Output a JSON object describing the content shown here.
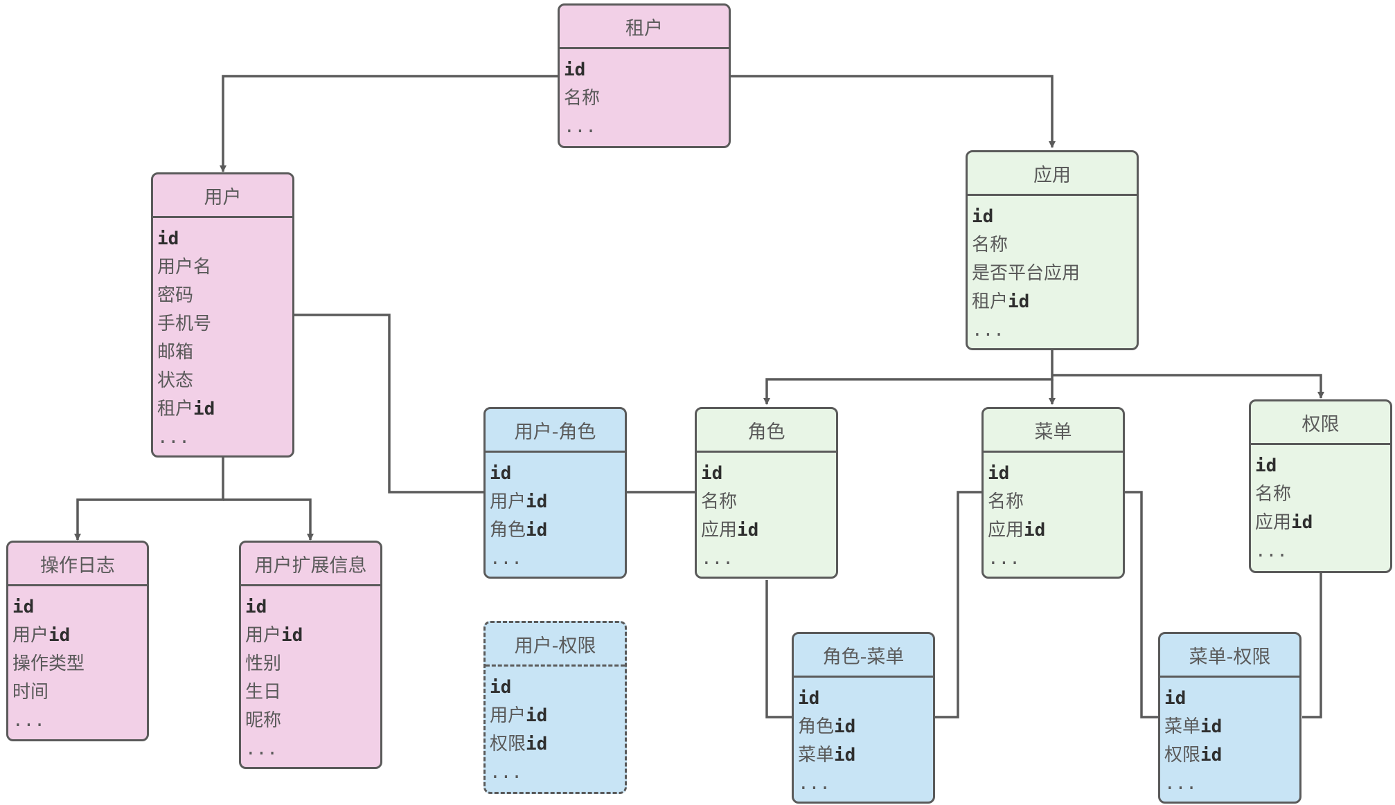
{
  "colors": {
    "tenant": "#f2d0e7",
    "app": "#e8f5e6",
    "link": "#c8e4f5",
    "line": "#5a5a5a"
  },
  "entities": {
    "tenant": {
      "title": "租户",
      "fields": [
        "id",
        "名称",
        "..."
      ]
    },
    "user": {
      "title": "用户",
      "fields": [
        "id",
        "用户名",
        "密码",
        "手机号",
        "邮箱",
        "状态",
        "租户id",
        "..."
      ]
    },
    "app": {
      "title": "应用",
      "fields": [
        "id",
        "名称",
        "是否平台应用",
        "租户id",
        "..."
      ]
    },
    "op_log": {
      "title": "操作日志",
      "fields": [
        "id",
        "用户id",
        "操作类型",
        "时间",
        "..."
      ]
    },
    "user_ext": {
      "title": "用户扩展信息",
      "fields": [
        "id",
        "用户id",
        "性别",
        "生日",
        "昵称",
        "..."
      ]
    },
    "user_role": {
      "title": "用户-角色",
      "fields": [
        "id",
        "用户id",
        "角色id",
        "..."
      ]
    },
    "role": {
      "title": "角色",
      "fields": [
        "id",
        "名称",
        "应用id",
        "..."
      ]
    },
    "menu": {
      "title": "菜单",
      "fields": [
        "id",
        "名称",
        "应用id",
        "..."
      ]
    },
    "permission": {
      "title": "权限",
      "fields": [
        "id",
        "名称",
        "应用id",
        "..."
      ]
    },
    "user_perm": {
      "title": "用户-权限",
      "fields": [
        "id",
        "用户id",
        "权限id",
        "..."
      ]
    },
    "role_menu": {
      "title": "角色-菜单",
      "fields": [
        "id",
        "角色id",
        "菜单id",
        "..."
      ]
    },
    "menu_perm": {
      "title": "菜单-权限",
      "fields": [
        "id",
        "菜单id",
        "权限id",
        "..."
      ]
    }
  }
}
